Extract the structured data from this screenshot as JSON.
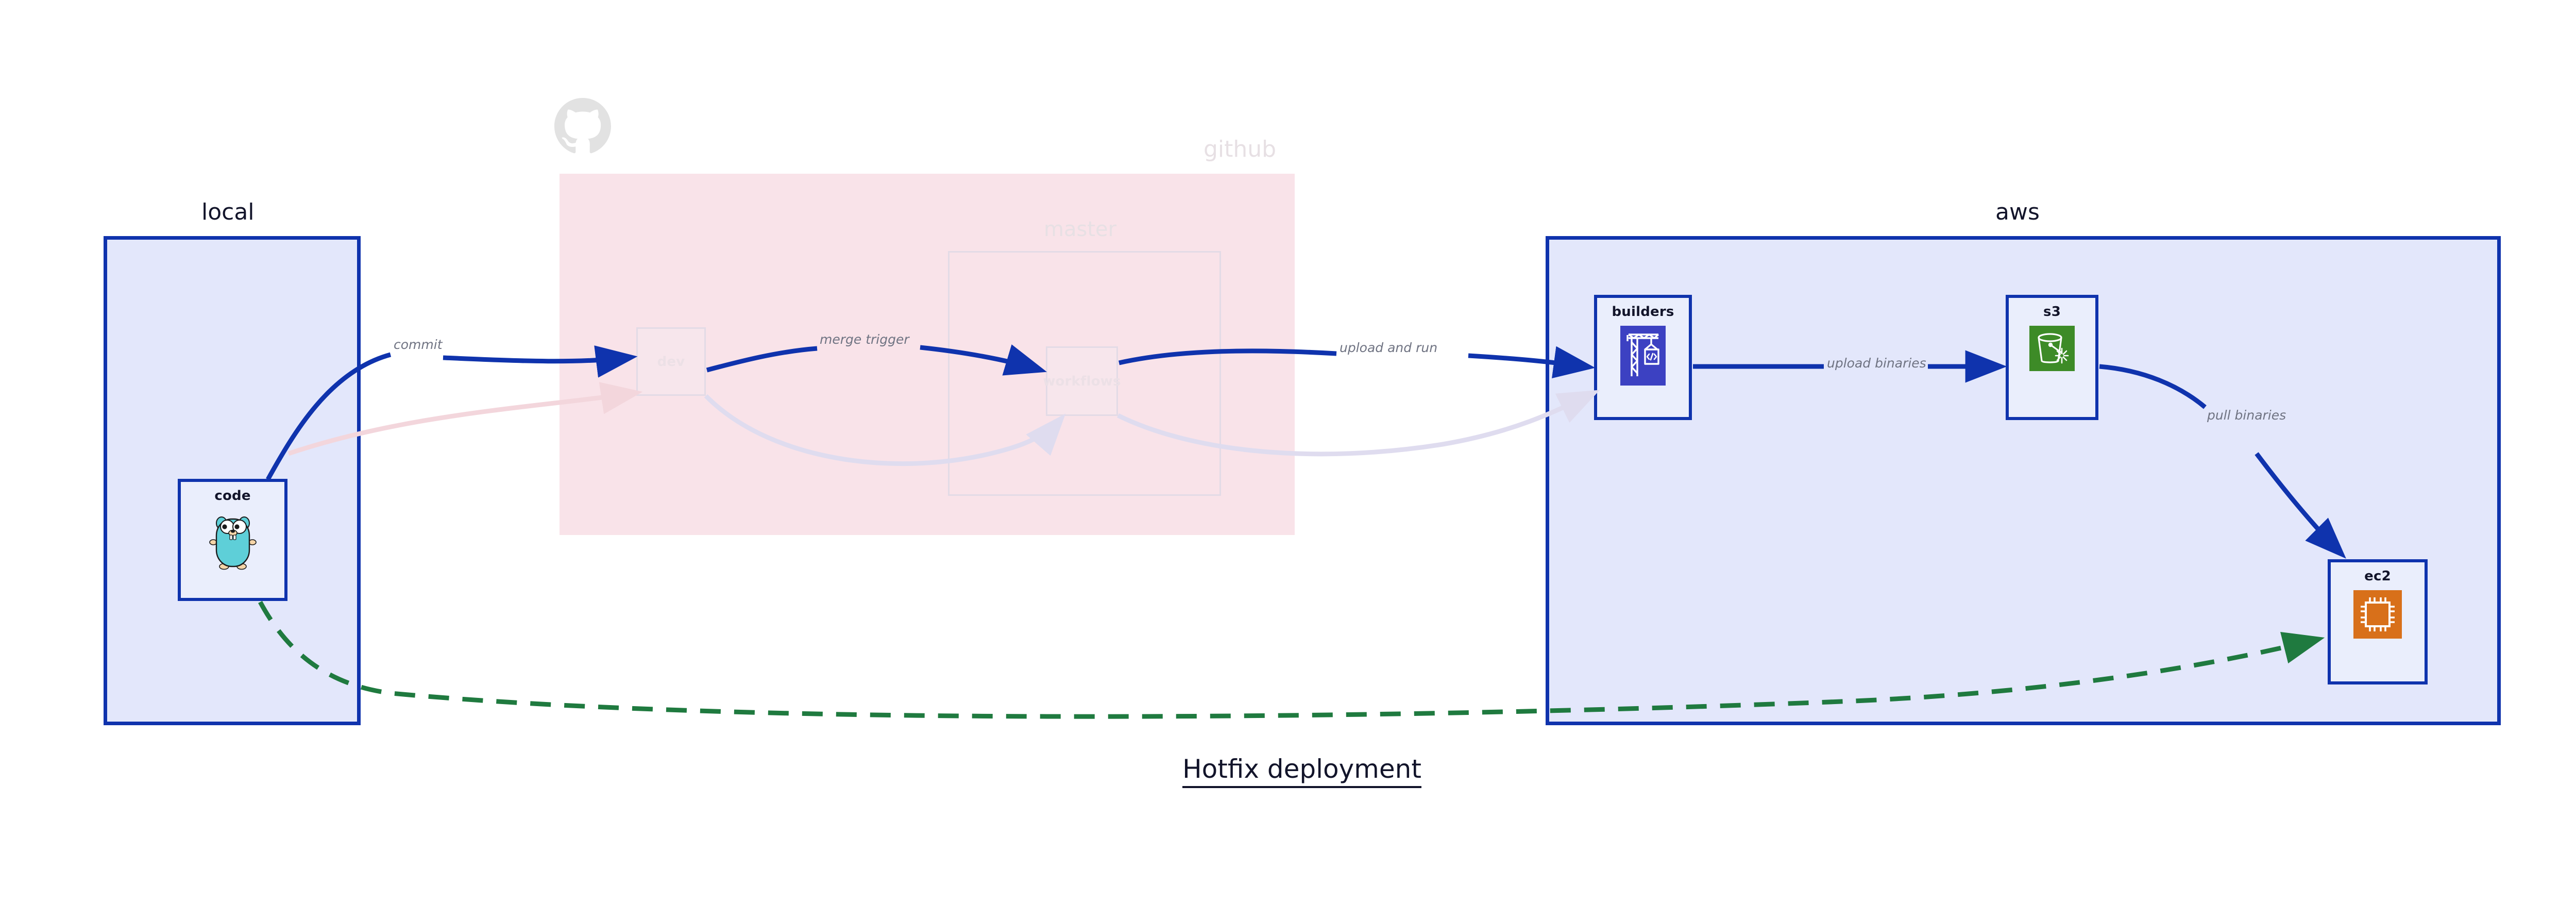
{
  "diagram": {
    "title": "Hotfix deployment",
    "colors": {
      "group_border": "#0f33ad",
      "group_fill_blue": "#e3e7fb",
      "group_fill_pink": "#f9e3e9",
      "node_fill": "#eaeefc",
      "edge_active": "#0f33ad",
      "edge_dashed": "#1f7a3f",
      "edge_label": "#6f7382",
      "title_color": "#12142a",
      "faded": "#e7e0e4"
    }
  },
  "groups": [
    {
      "id": "local",
      "label": "local",
      "state": "active"
    },
    {
      "id": "github",
      "label": "github",
      "state": "faded"
    },
    {
      "id": "aws",
      "label": "aws",
      "state": "active"
    }
  ],
  "subgroups": [
    {
      "id": "master",
      "label": "master",
      "state": "faded",
      "parent": "github"
    }
  ],
  "nodes": [
    {
      "id": "code",
      "label": "code",
      "icon": "go-gopher-icon",
      "state": "active",
      "group": "local"
    },
    {
      "id": "dev",
      "label": "dev",
      "icon": "none",
      "state": "faded",
      "group": "github"
    },
    {
      "id": "workflows",
      "label": "workflows",
      "icon": "none",
      "state": "faded",
      "group": "master"
    },
    {
      "id": "builders",
      "label": "builders",
      "icon": "aws-codebuild-icon",
      "state": "active",
      "group": "aws"
    },
    {
      "id": "s3",
      "label": "s3",
      "icon": "aws-s3-bucket-icon",
      "state": "active",
      "group": "aws"
    },
    {
      "id": "ec2",
      "label": "ec2",
      "icon": "aws-ec2-chip-icon",
      "state": "active",
      "group": "aws"
    }
  ],
  "edges": [
    {
      "id": "commit",
      "label": "commit",
      "from": "code",
      "to": "dev",
      "style": "solid",
      "state": "active"
    },
    {
      "id": "merge-trigger",
      "label": "merge trigger",
      "from": "dev",
      "to": "workflows",
      "style": "solid",
      "state": "active"
    },
    {
      "id": "upload-and-run",
      "label": "upload and run",
      "from": "workflows",
      "to": "builders",
      "style": "solid",
      "state": "active"
    },
    {
      "id": "upload-binaries",
      "label": "upload binaries",
      "from": "builders",
      "to": "s3",
      "style": "solid",
      "state": "active"
    },
    {
      "id": "pull-binaries",
      "label": "pull binaries",
      "from": "s3",
      "to": "ec2",
      "style": "solid",
      "state": "active"
    },
    {
      "id": "hotfix-direct",
      "label": "",
      "from": "code",
      "to": "ec2",
      "style": "dashed",
      "state": "active"
    },
    {
      "id": "faded-return-a",
      "label": "",
      "from": "code",
      "to": "dev",
      "style": "solid",
      "state": "faded"
    },
    {
      "id": "faded-return-b",
      "label": "",
      "from": "dev",
      "to": "workflows",
      "style": "solid",
      "state": "faded"
    },
    {
      "id": "faded-return-c",
      "label": "",
      "from": "workflows",
      "to": "builders",
      "style": "solid",
      "state": "faded"
    }
  ]
}
